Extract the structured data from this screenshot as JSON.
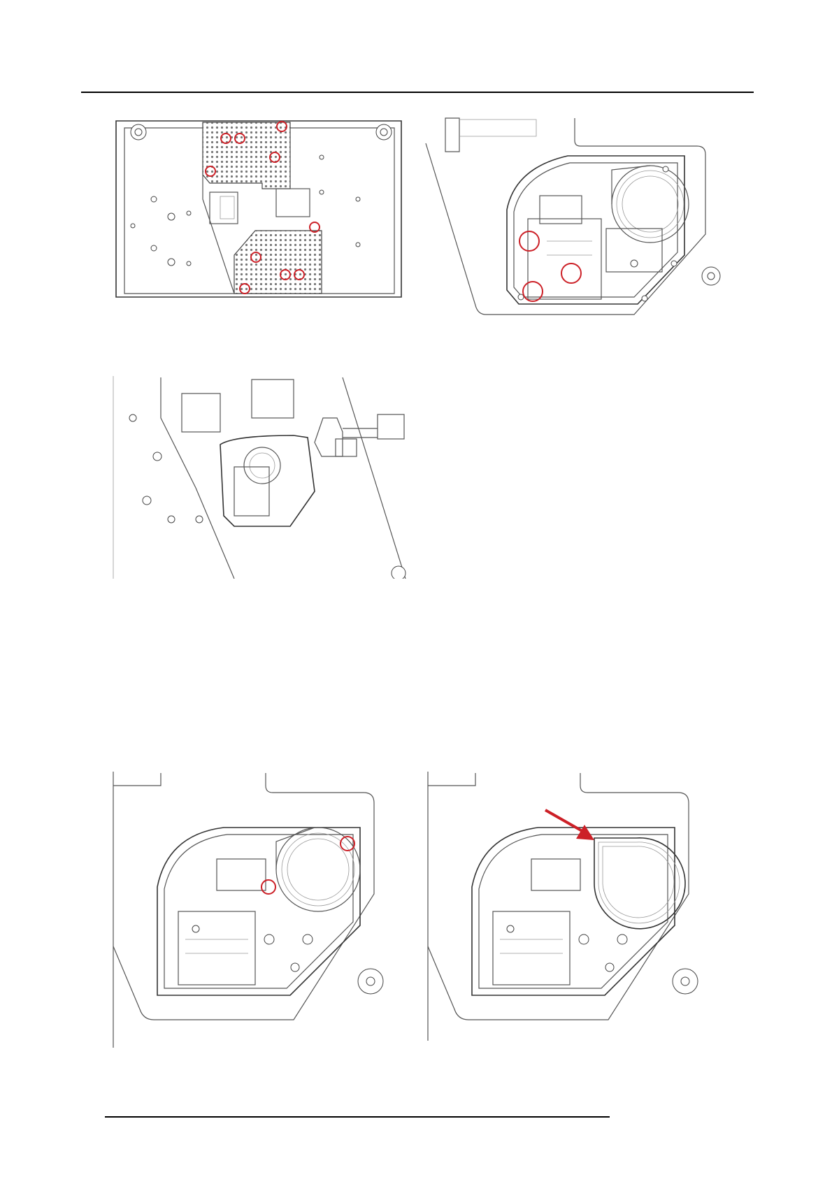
{
  "page": {
    "header_rule": true,
    "footer_rule": true
  },
  "colors": {
    "callout": "#cc2027",
    "line_art": "#555555"
  },
  "figures": [
    {
      "id": "fig1",
      "subject": "projector-bottom-cover-screws"
    },
    {
      "id": "fig2",
      "subject": "lamp-housing-screws"
    },
    {
      "id": "fig3",
      "subject": "lamp-module-removed"
    },
    {
      "id": "fig4",
      "subject": "fan-duct-screws"
    },
    {
      "id": "fig5",
      "subject": "fan-duct-arrow"
    }
  ]
}
